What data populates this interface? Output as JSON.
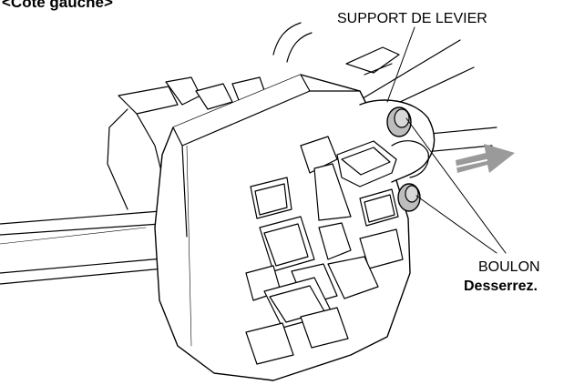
{
  "figure": {
    "title": "<Côté gauche>",
    "callouts": {
      "lever_bracket": "SUPPORT DE LEVIER",
      "bolt": "BOULON",
      "bolt_action": "Desserrez."
    }
  },
  "colors": {
    "line": "#000000",
    "housing_fill": "#ffffff",
    "bolt_fill": "#bdbdbd",
    "arrow": "#9a9a9a"
  }
}
